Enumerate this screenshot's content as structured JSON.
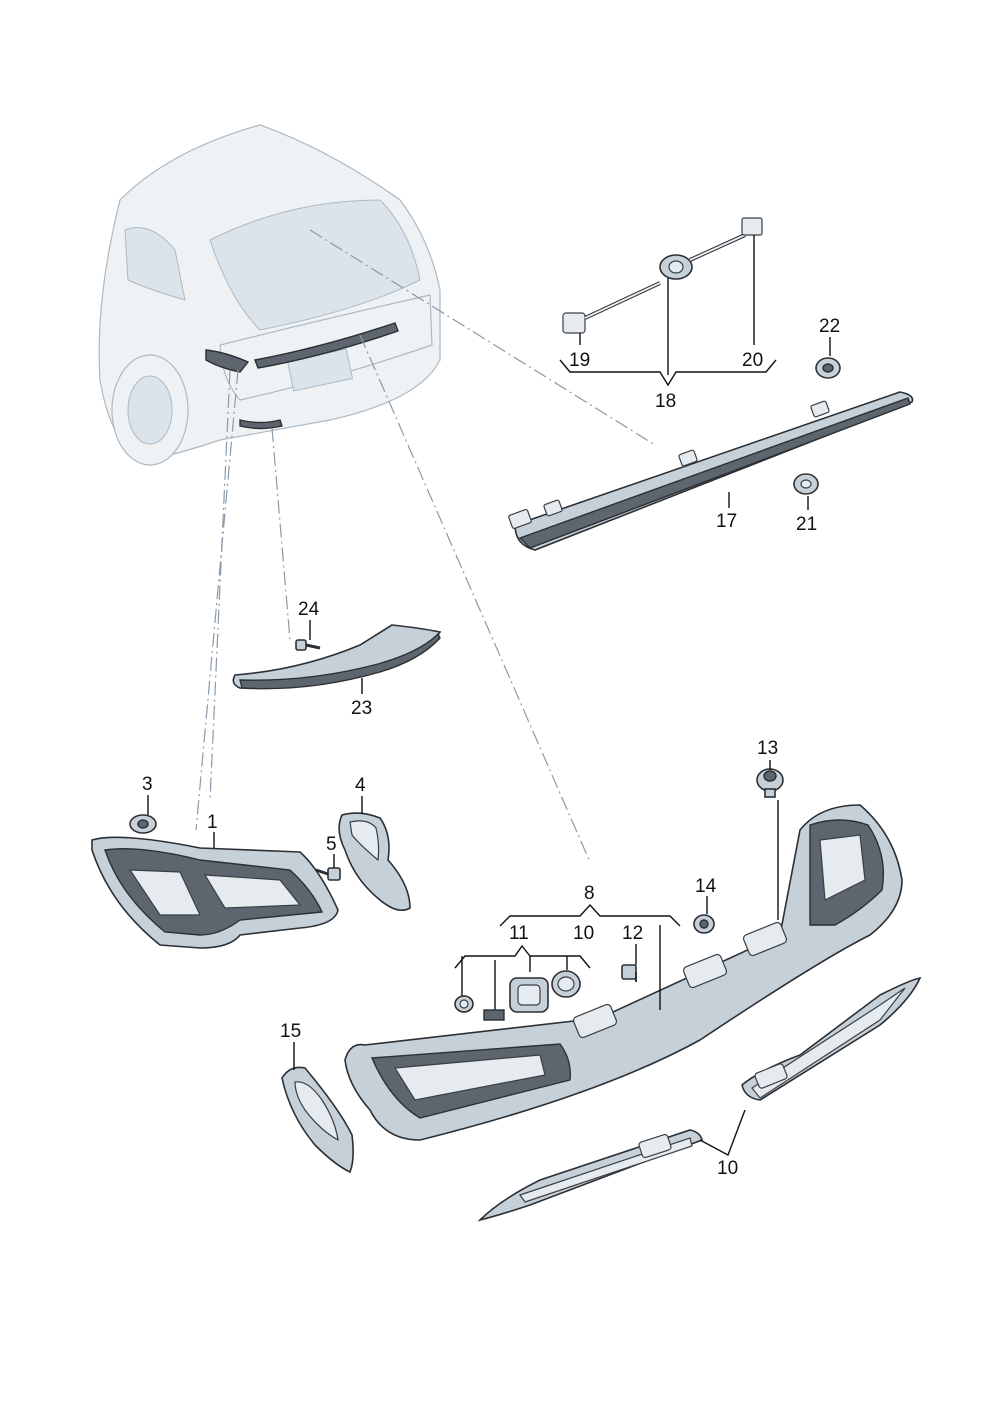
{
  "callouts": {
    "c1": "1",
    "c3": "3",
    "c4": "4",
    "c5": "5",
    "c8": "8",
    "c10a": "10",
    "c10b": "10",
    "c11": "11",
    "c12": "12",
    "c13": "13",
    "c14": "14",
    "c15": "15",
    "c17": "17",
    "c18": "18",
    "c19": "19",
    "c20": "20",
    "c21": "21",
    "c22": "22",
    "c23": "23",
    "c24": "24"
  }
}
